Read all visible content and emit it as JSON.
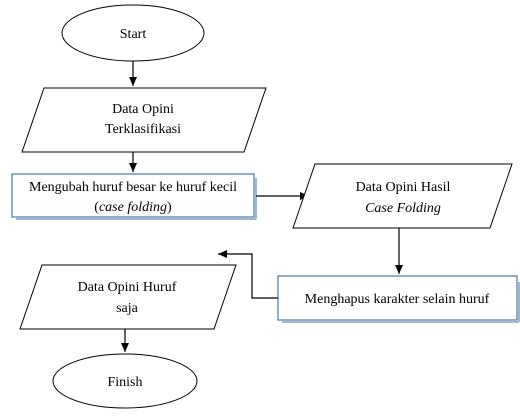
{
  "nodes": {
    "start": {
      "label": "Start"
    },
    "input": {
      "line1": "Data Opini",
      "line2": "Terklasifikasi"
    },
    "case_folding": {
      "line1": "Mengubah huruf besar ke huruf kecil",
      "line2_open": "(",
      "line2_italic": "case folding",
      "line2_close": ")"
    },
    "case_folding_result": {
      "line1": "Data Opini Hasil",
      "line2": "Case Folding"
    },
    "remove_chars": {
      "label": "Menghapus karakter selain huruf"
    },
    "letters_only": {
      "line1": "Data Opini Huruf",
      "line2": "saja"
    },
    "finish": {
      "label": "Finish"
    }
  },
  "colors": {
    "line": "#000000",
    "process_border": "#1f5d93",
    "process_shadow": "#9fb6cc",
    "background": "#ffffff"
  }
}
